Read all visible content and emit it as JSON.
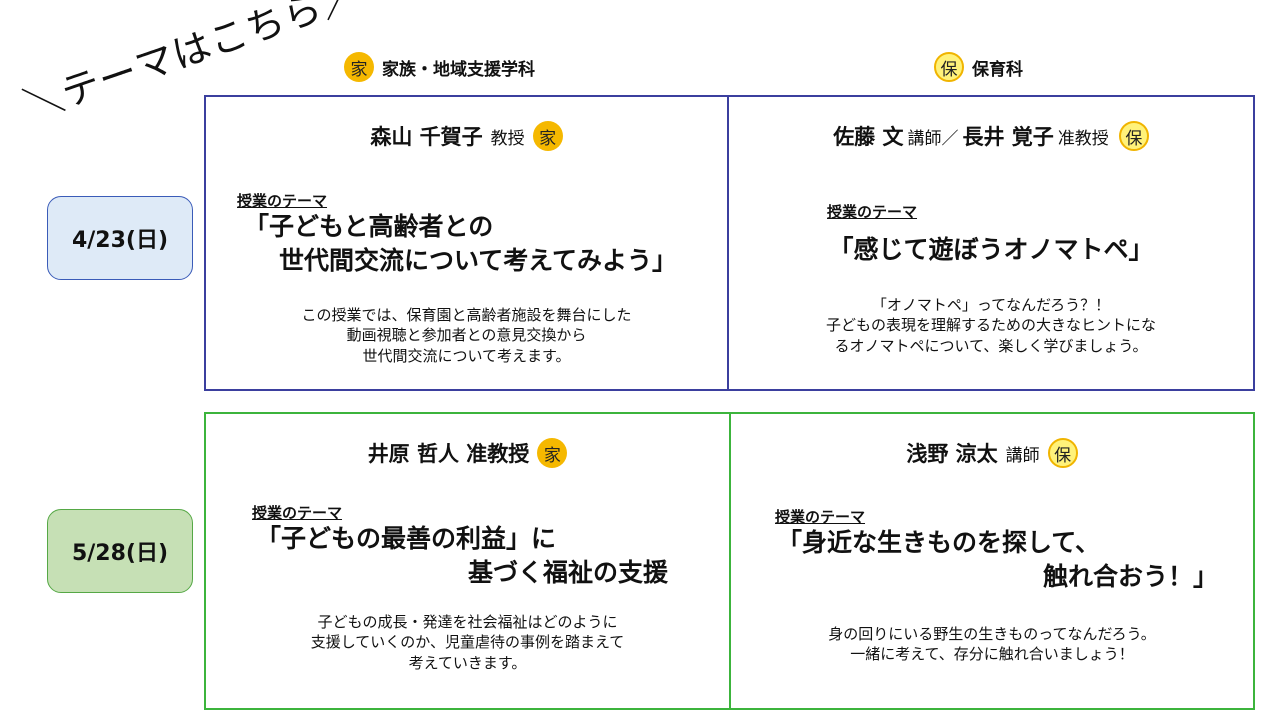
{
  "slogan": "＼テーマはこちら／",
  "departments": [
    {
      "badge": "家",
      "name": "家族・地域支援学科"
    },
    {
      "badge": "保",
      "name": "保育科"
    }
  ],
  "dates": [
    "4/23(日)",
    "5/28(日)"
  ],
  "theme_label": "授業のテーマ",
  "cards": [
    {
      "name": "森山 千賀子",
      "title": "教授",
      "badge": "家",
      "theme_line1": "「子どもと高齢者との",
      "theme_line2": "世代間交流について考えてみよう」",
      "desc_line1": "この授業では、保育園と高齢者施設を舞台にした",
      "desc_line2": "動画視聴と参加者との意見交換から",
      "desc_line3": "世代間交流について考えます。"
    },
    {
      "name1": "佐藤 文",
      "title1": "講師／",
      "name2": "長井 覚子",
      "title2": "准教授",
      "badge": "保",
      "theme_line1": "「感じて遊ぼうオノマトペ」",
      "desc_line1": "「オノマトペ」ってなんだろう？！",
      "desc_line2": "子どもの表現を理解するための大きなヒントにな",
      "desc_line3": "るオノマトペについて、楽しく学びましょう。"
    },
    {
      "name": "井原 哲人 准教授",
      "badge": "家",
      "theme_line1": "「子どもの最善の利益」に",
      "theme_line2": "基づく福祉の支援",
      "desc_line1": "子どもの成長・発達を社会福祉はどのように",
      "desc_line2": "支援していくのか、児童虐待の事例を踏まえて",
      "desc_line3": "考えていきます。"
    },
    {
      "name": "浅野 涼太",
      "title": "講師",
      "badge": "保",
      "theme_line1": "「身近な生きものを探して、",
      "theme_line2": "触れ合おう！」",
      "desc_line1": "身の回りにいる野生の生きものってなんだろう。",
      "desc_line2": "一緒に考えて、存分に触れ合いましょう！"
    }
  ],
  "colors": {
    "badge_ka": "#f5b800",
    "badge_ho": "#fff27a",
    "card_border_top": "#3b3f9e",
    "card_border_bottom": "#3cb43c",
    "date1_bg": "#deeaf7",
    "date2_bg": "#c6e0b5"
  }
}
